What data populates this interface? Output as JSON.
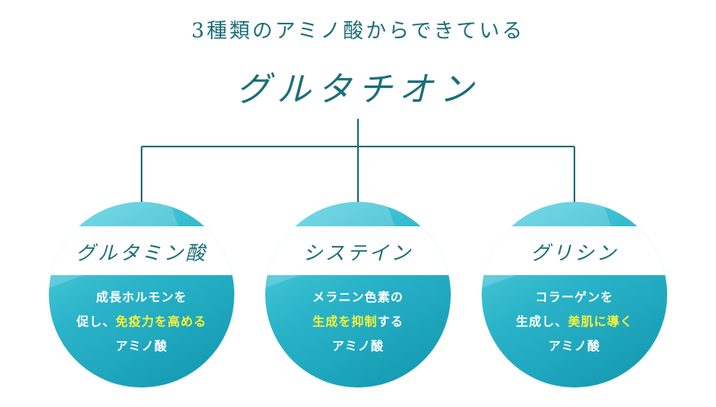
{
  "header": {
    "subtitle": "3種類のアミノ酸からできている",
    "title": "グルタチオン"
  },
  "colors": {
    "text": "#1a6e78",
    "line": "#1a6e78",
    "circle_light": "#5fd6e4",
    "circle_dark": "#1096ae",
    "highlight": "#f5f23a"
  },
  "amino_acids": [
    {
      "name": "グルタミン酸",
      "line1": "成長ホルモンを",
      "line2_plain": "促し、",
      "line2_highlight": "免疫力を高める",
      "line2_rest": "",
      "line3": "アミノ酸"
    },
    {
      "name": "システイン",
      "line1": "メラニン色素の",
      "line2_plain": "",
      "line2_highlight": "生成を抑制",
      "line2_rest": "する",
      "line3": "アミノ酸"
    },
    {
      "name": "グリシン",
      "line1": "コラーゲンを",
      "line2_plain": "生成し、",
      "line2_highlight": "美肌に導く",
      "line2_rest": "",
      "line3": "アミノ酸"
    }
  ]
}
